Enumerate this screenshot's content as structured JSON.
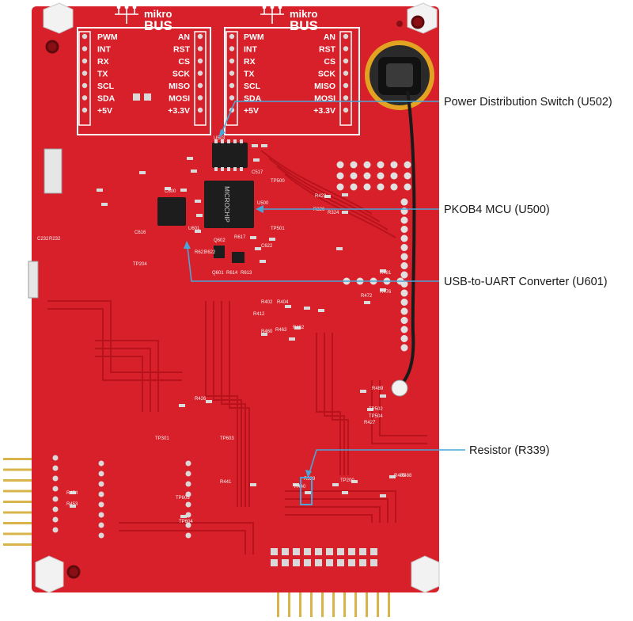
{
  "board": {
    "mikrobus_left": {
      "brand_top": "mikro",
      "brand_bottom": "BUS",
      "pins_left": [
        "PWM",
        "INT",
        "RX",
        "TX",
        "SCL",
        "SDA",
        "+5V"
      ],
      "pins_right": [
        "AN",
        "RST",
        "CS",
        "SCK",
        "MISO",
        "MOSI",
        "+3.3V"
      ]
    },
    "mikrobus_right": {
      "brand_top": "mikro",
      "brand_bottom": "BUS",
      "pins_left": [
        "PWM",
        "INT",
        "RX",
        "TX",
        "SCL",
        "SDA",
        "+5V"
      ],
      "pins_right": [
        "AN",
        "RST",
        "CS",
        "SCK",
        "MISO",
        "MOSI",
        "+3.3V"
      ]
    },
    "ref_designators": [
      "U503",
      "C517",
      "C232",
      "R232",
      "U500",
      "R422",
      "R326",
      "R324",
      "C600",
      "U601",
      "C616",
      "Q602",
      "R617",
      "R614",
      "R613",
      "Q601",
      "C622",
      "R621",
      "R622",
      "TP204",
      "TP500",
      "TP501",
      "R481",
      "R476",
      "R472",
      "R402",
      "R404",
      "R462",
      "R463",
      "R460",
      "R412",
      "TP502",
      "TP504",
      "R339",
      "R440",
      "R441",
      "R426",
      "R427",
      "R454",
      "R453",
      "TP301",
      "TP603",
      "TP604",
      "TP605",
      "R485",
      "R488",
      "R489",
      "TP200"
    ]
  },
  "callouts": [
    {
      "id": "u502",
      "label": "Power Distribution Switch (U502)"
    },
    {
      "id": "u500",
      "label": "PKOB4 MCU (U500)"
    },
    {
      "id": "u601",
      "label": "USB-to-UART Converter (U601)"
    },
    {
      "id": "r339",
      "label": "Resistor (R339)"
    }
  ],
  "colors": {
    "pcb": "#d8202a",
    "pcb_dark": "#b0161e",
    "trace": "#c01820",
    "silkscreen": "#ffffff",
    "pad": "#d9d9d9",
    "callout_line": "#4aa6d8",
    "header_gold": "#d9b44a"
  }
}
